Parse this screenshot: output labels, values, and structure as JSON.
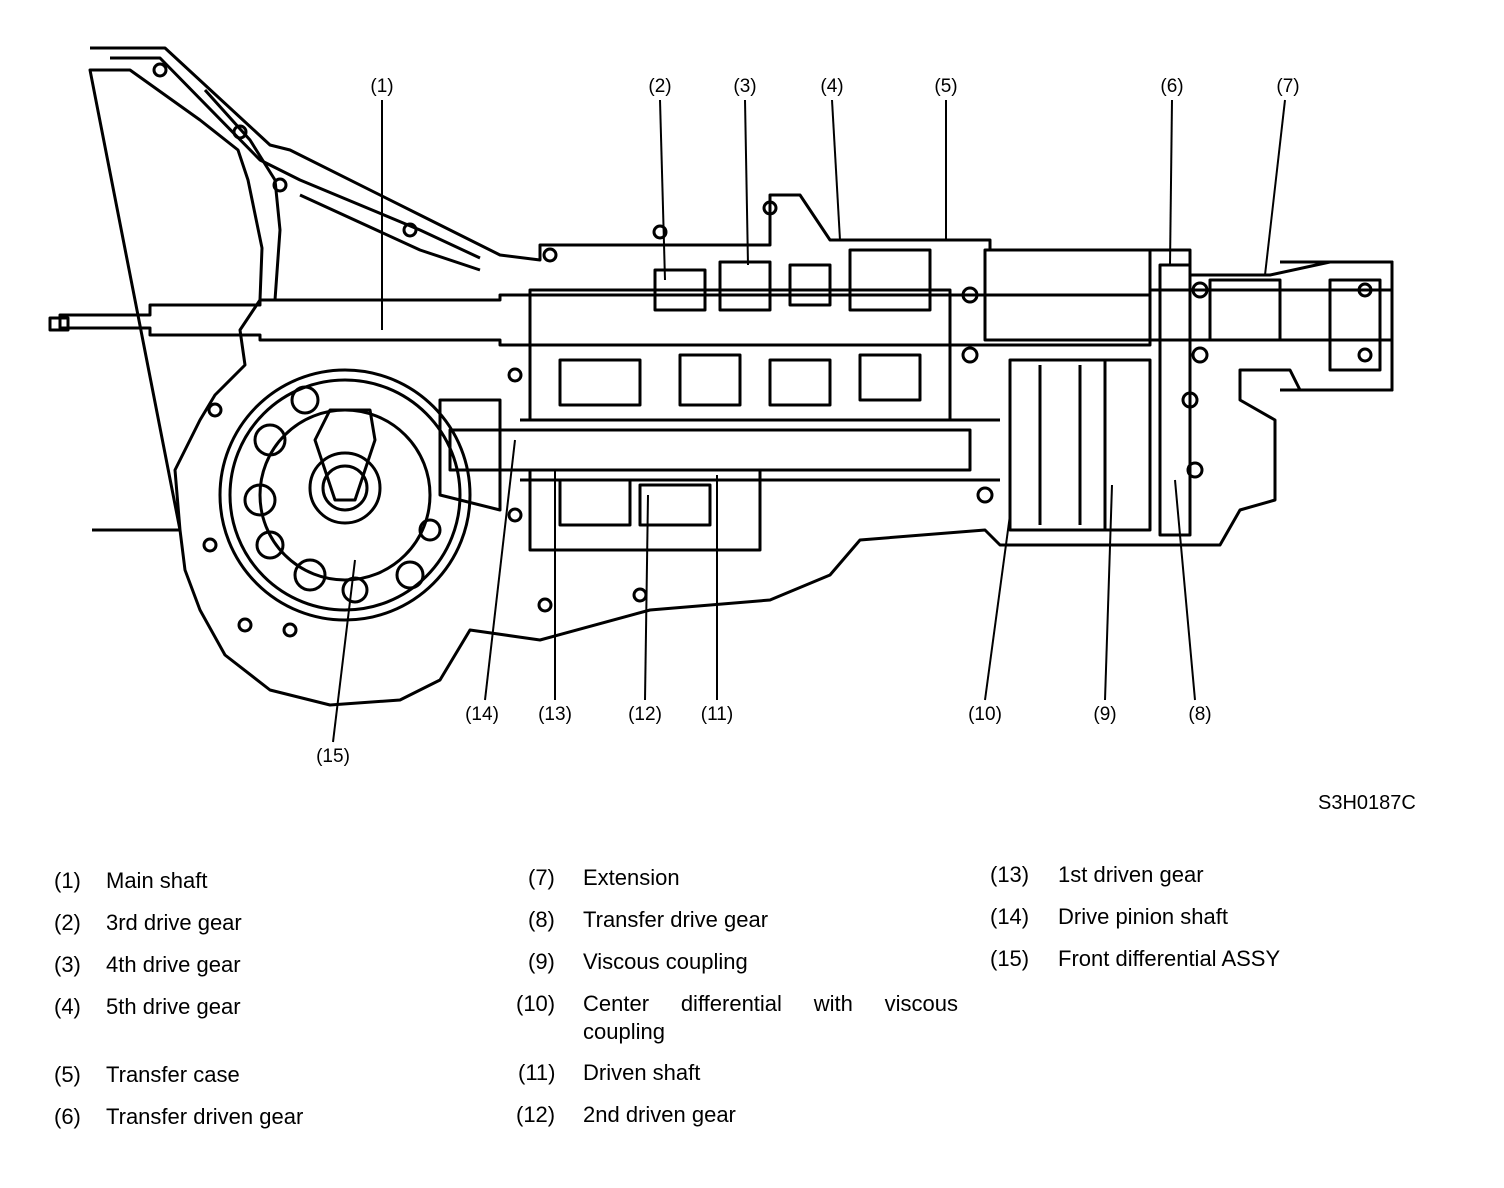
{
  "figure_code": "S3H0187C",
  "callouts": [
    "(1)",
    "(2)",
    "(3)",
    "(4)",
    "(5)",
    "(6)",
    "(7)",
    "(8)",
    "(9)",
    "(10)",
    "(11)",
    "(12)",
    "(13)",
    "(14)",
    "(15)"
  ],
  "legend": [
    {
      "num": "(1)",
      "label": "Main shaft"
    },
    {
      "num": "(2)",
      "label": "3rd drive gear"
    },
    {
      "num": "(3)",
      "label": "4th drive gear"
    },
    {
      "num": "(4)",
      "label": "5th drive gear"
    },
    {
      "num": "(5)",
      "label": "Transfer case"
    },
    {
      "num": "(6)",
      "label": "Transfer driven gear"
    },
    {
      "num": "(7)",
      "label": "Extension"
    },
    {
      "num": "(8)",
      "label": "Transfer drive gear"
    },
    {
      "num": "(9)",
      "label": "Viscous coupling"
    },
    {
      "num": "(10)",
      "label": "Center differential with viscous coupling"
    },
    {
      "num": "(11)",
      "label": "Driven shaft"
    },
    {
      "num": "(12)",
      "label": "2nd driven gear"
    },
    {
      "num": "(13)",
      "label": "1st driven gear"
    },
    {
      "num": "(14)",
      "label": "Drive pinion shaft"
    },
    {
      "num": "(15)",
      "label": "Front differential ASSY"
    }
  ]
}
